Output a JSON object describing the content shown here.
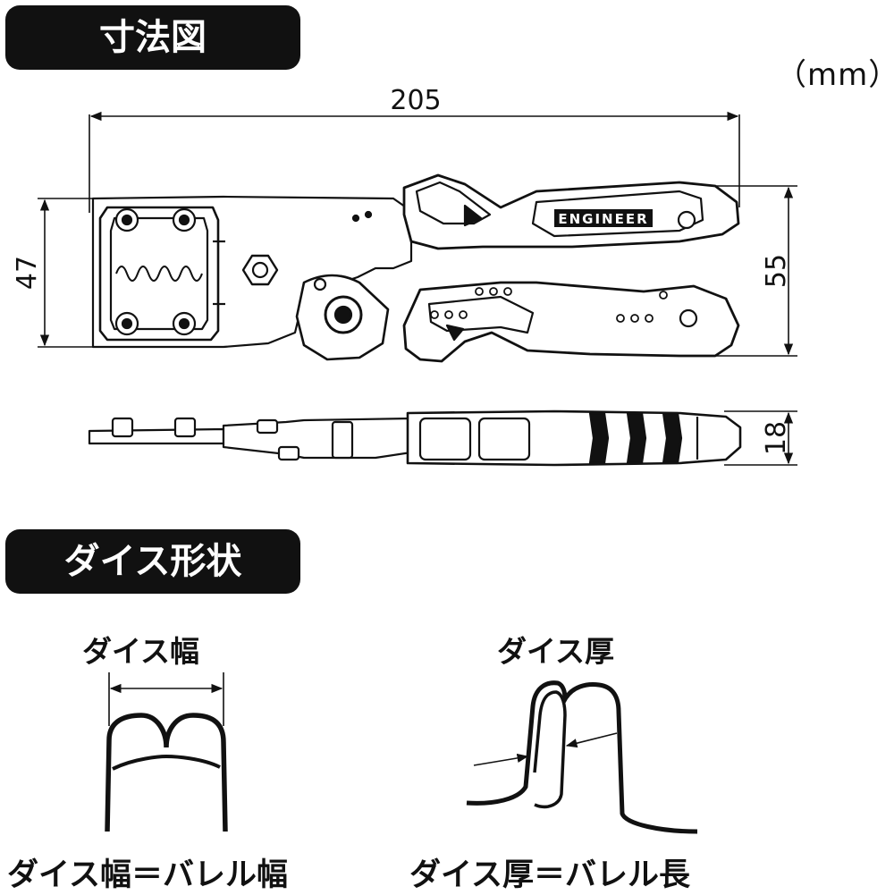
{
  "headings": {
    "dimensions": "寸法図",
    "die_shape": "ダイス形状"
  },
  "unit_label": "（mm）",
  "dimensions": {
    "total_length": "205",
    "head_height": "47",
    "handle_height": "55",
    "thickness": "18"
  },
  "brand_text": "ENGINEER",
  "die_labels": {
    "die_width": "ダイス幅",
    "die_thickness": "ダイス厚",
    "width_formula": "ダイス幅＝バレル幅",
    "thickness_formula": "ダイス厚＝バレル長"
  }
}
